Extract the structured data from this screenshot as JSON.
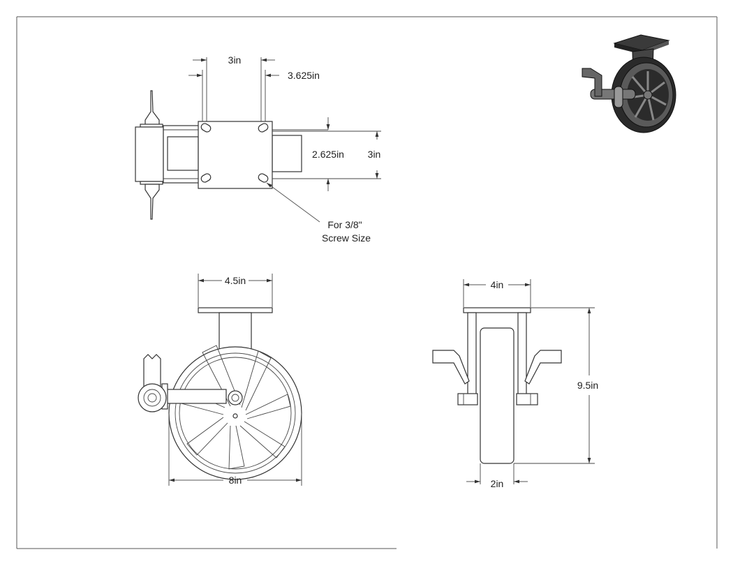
{
  "dimensions": {
    "top_mount_spacing_x": "3in",
    "top_plate_width": "3.625in",
    "top_mount_spacing_y": "2.625in",
    "top_plate_height": "3in",
    "screw_note_line1": "For 3/8\"",
    "screw_note_line2": "Screw Size",
    "side_plate_width": "4.5in",
    "wheel_diameter": "8in",
    "front_plate_width": "4in",
    "overall_height": "9.5in",
    "wheel_width": "2in"
  }
}
